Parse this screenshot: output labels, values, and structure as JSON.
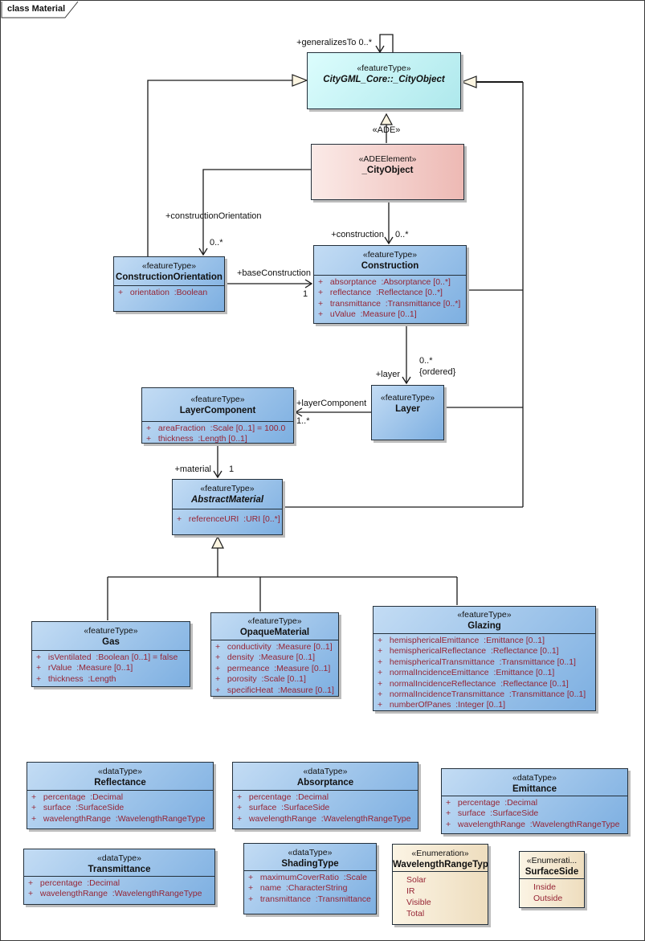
{
  "frame": {
    "title": "class Material"
  },
  "colors": {
    "core_fill": "#BDEFF1",
    "ade_fill": "#F2C0BB",
    "feature_fill": "#7FB0E2",
    "enum_fill": "#F3E4C7",
    "attribute_text": "#962434",
    "line": "#1A1A1A",
    "arrow_fill": "#FCF5E1"
  },
  "classes": {
    "cityObject": {
      "stereotype": "«featureType»",
      "name": "CityGML_Core::_CityObject"
    },
    "adeCityObject": {
      "stereotype": "«ADEElement»",
      "name": "_CityObject"
    },
    "constructionOrientation": {
      "stereotype": "«featureType»",
      "name": "ConstructionOrientation",
      "attributes": [
        "+   orientation  :Boolean"
      ]
    },
    "construction": {
      "stereotype": "«featureType»",
      "name": "Construction",
      "attributes": [
        "+   absorptance  :Absorptance [0..*]",
        "+   reflectance  :Reflectance [0..*]",
        "+   transmittance  :Transmittance [0..*]",
        "+   uValue  :Measure [0..1]"
      ]
    },
    "layer": {
      "stereotype": "«featureType»",
      "name": "Layer"
    },
    "layerComponent": {
      "stereotype": "«featureType»",
      "name": "LayerComponent",
      "attributes": [
        "+   areaFraction  :Scale [0..1] = 100.0",
        "+   thickness  :Length [0..1]"
      ]
    },
    "abstractMaterial": {
      "stereotype": "«featureType»",
      "name": "AbstractMaterial",
      "attributes": [
        "+   referenceURI  :URI [0..*]"
      ]
    },
    "gas": {
      "stereotype": "«featureType»",
      "name": "Gas",
      "attributes": [
        "+   isVentilated  :Boolean [0..1] = false",
        "+   rValue  :Measure [0..1]",
        "+   thickness  :Length"
      ]
    },
    "opaqueMaterial": {
      "stereotype": "«featureType»",
      "name": "OpaqueMaterial",
      "attributes": [
        "+   conductivity  :Measure [0..1]",
        "+   density  :Measure [0..1]",
        "+   permeance  :Measure [0..1]",
        "+   porosity  :Scale [0..1]",
        "+   specificHeat  :Measure [0..1]"
      ]
    },
    "glazing": {
      "stereotype": "«featureType»",
      "name": "Glazing",
      "attributes": [
        "+   hemisphericalEmittance  :Emittance [0..1]",
        "+   hemisphericalReflectance  :Reflectance [0..1]",
        "+   hemisphericalTransmittance  :Transmittance [0..1]",
        "+   normalIncidenceEmittance  :Emittance [0..1]",
        "+   normalIncidenceReflectance  :Reflectance [0..1]",
        "+   normalIncidenceTransmittance  :Transmittance [0..1]",
        "+   numberOfPanes  :Integer [0..1]"
      ]
    },
    "reflectance": {
      "stereotype": "«dataType»",
      "name": "Reflectance",
      "attributes": [
        "+   percentage  :Decimal",
        "+   surface  :SurfaceSide",
        "+   wavelengthRange  :WavelengthRangeType"
      ]
    },
    "absorptance": {
      "stereotype": "«dataType»",
      "name": "Absorptance",
      "attributes": [
        "+   percentage  :Decimal",
        "+   surface  :SurfaceSide",
        "+   wavelengthRange  :WavelengthRangeType"
      ]
    },
    "emittance": {
      "stereotype": "«dataType»",
      "name": "Emittance",
      "attributes": [
        "+   percentage  :Decimal",
        "+   surface  :SurfaceSide",
        "+   wavelengthRange  :WavelengthRangeType"
      ]
    },
    "transmittance": {
      "stereotype": "«dataType»",
      "name": "Transmittance",
      "attributes": [
        "+   percentage  :Decimal",
        "+   wavelengthRange  :WavelengthRangeType"
      ]
    },
    "shadingType": {
      "stereotype": "«dataType»",
      "name": "ShadingType",
      "attributes": [
        "+   maximumCoverRatio  :Scale",
        "+   name  :CharacterString",
        "+   transmittance  :Transmittance"
      ]
    },
    "wavelengthRangeType": {
      "stereotype": "«Enumeration»",
      "name": "WavelengthRangeType",
      "values": [
        "Solar",
        "IR",
        "Visible",
        "Total"
      ]
    },
    "surfaceSide": {
      "stereotype": "«Enumerati...",
      "name": "SurfaceSide",
      "values": [
        "Inside",
        "Outside"
      ]
    }
  },
  "edges": {
    "generalizes_to": "+generalizesTo 0..*",
    "ade": "«ADE»",
    "construction_orientation": "+constructionOrientation",
    "construction_orientation_mult": "0..*",
    "construction": "+construction",
    "construction_mult": "0..*",
    "base_construction": "+baseConstruction",
    "base_construction_mult": "1",
    "layer": "+layer",
    "layer_mult": "0..*",
    "layer_ordered": "{ordered}",
    "layer_component": "+layerComponent",
    "layer_component_mult": "1..*",
    "material": "+material",
    "material_mult": "1"
  }
}
